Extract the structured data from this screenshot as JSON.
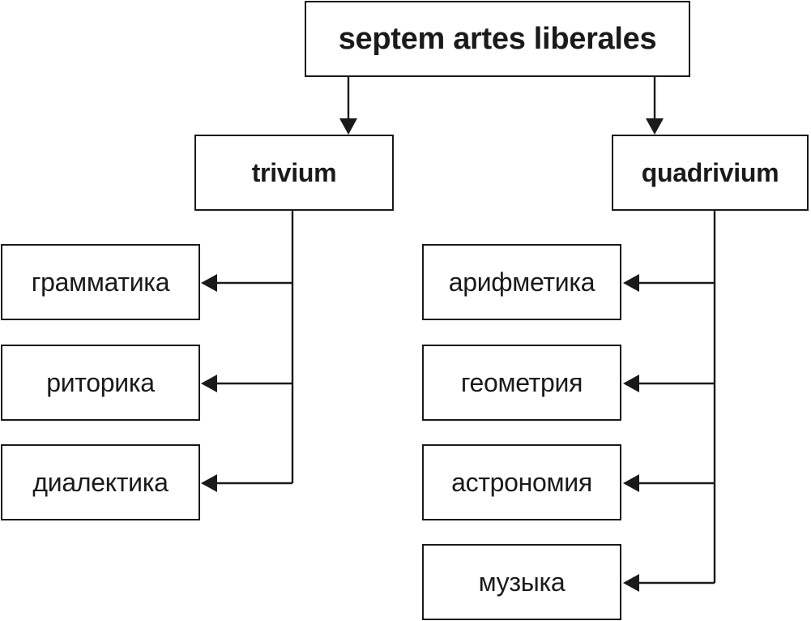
{
  "root": {
    "label": "septem artes liberales"
  },
  "groups": [
    {
      "label": "trivium",
      "items": [
        "грамматика",
        "риторика",
        "диалектика"
      ]
    },
    {
      "label": "quadrivium",
      "items": [
        "арифметика",
        "геометрия",
        "астрономия",
        "музыка"
      ]
    }
  ],
  "colors": {
    "line": "#1a1a1a",
    "box_fill": "#ffffff"
  }
}
